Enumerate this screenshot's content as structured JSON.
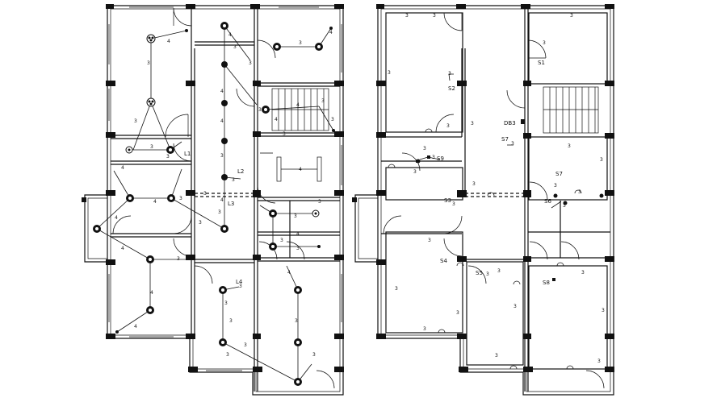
{
  "plans": [
    {
      "id": "lighting-plan",
      "fixture_labels": [
        "L1",
        "L2",
        "L3",
        "L3",
        "L4"
      ],
      "circuit_numbers": [
        "3",
        "4",
        "4",
        "3",
        "4",
        "3",
        "4",
        "4",
        "3",
        "3",
        "4",
        "3",
        "3",
        "4",
        "3",
        "3",
        "3",
        "4",
        "4",
        "3",
        "3",
        "3",
        "4",
        "3",
        "4",
        "3",
        "4",
        "4",
        "3",
        "3",
        "3",
        "4",
        "3",
        "3",
        "4",
        "3",
        "3",
        "3",
        "3",
        "3",
        "4",
        "3",
        "4",
        "3",
        "3",
        "3"
      ]
    },
    {
      "id": "power-plan",
      "switch_labels": [
        "S1",
        "S2",
        "S3",
        "S4",
        "S5",
        "S6",
        "S7",
        "S7",
        "S8",
        "S9",
        "S6"
      ],
      "panel_label": "DB3",
      "circuit_numbers": [
        "3",
        "3",
        "3",
        "3",
        "3",
        "3",
        "3",
        "3",
        "3",
        "3",
        "3",
        "3",
        "3",
        "3",
        "3",
        "3",
        "3",
        "3",
        "3",
        "3",
        "3",
        "3",
        "3",
        "3",
        "3",
        "3",
        "3",
        "3",
        "3",
        "3"
      ]
    }
  ],
  "colors": {
    "ink": "#111111",
    "paper": "#ffffff"
  }
}
